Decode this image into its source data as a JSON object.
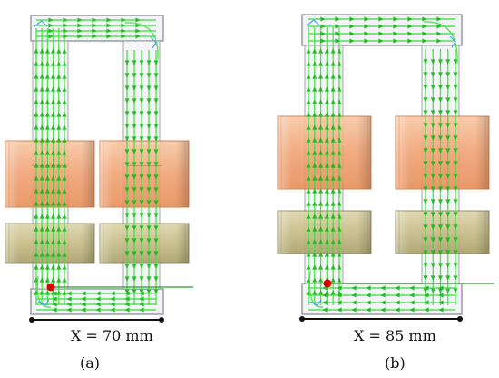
{
  "panels": [
    {
      "id": "a",
      "dimension_label": "X = 70 mm",
      "caption": "(a)"
    },
    {
      "id": "b",
      "dimension_label": "X = 85 mm",
      "caption": "(b)"
    }
  ],
  "colors": {
    "core_outline": "#9a9ca6",
    "core_fill": "#f3f4f7",
    "flux": "#3ee03e",
    "flux_dark": "#1bb81b",
    "flux_accent": "#4aa0ff",
    "winding_upper_top": "#f8c9a6",
    "winding_upper_mid": "#f0a477",
    "winding_upper_dark": "#cf7a47",
    "winding_lower_top": "#e3dcb6",
    "winding_lower_mid": "#c8bf8a",
    "winding_lower_dark": "#8c8458",
    "probe": "#e00000",
    "probe_line": "#2c9a2c",
    "dimension_line": "#111111"
  }
}
